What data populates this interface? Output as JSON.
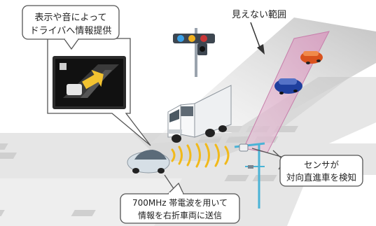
{
  "callouts": {
    "top_left": [
      "表示や音によって",
      "ドライバへ情報提供"
    ],
    "bottom": [
      "700MHz 帯電波を用いて",
      "情報を右折車両に送信"
    ],
    "right": [
      "センサが",
      "対向直進車を検知"
    ],
    "blind_area": "見えない範囲"
  },
  "colors": {
    "road": "#dcdcdc",
    "crosswalk": "#c9c9c9",
    "detection_zone": "#d9a8c6",
    "blind_zone": "#bdbdbd",
    "pole": "#4ab3d6",
    "wave": "#f1b91a"
  },
  "icons": {
    "traffic_light": "traffic-light-icon",
    "truck": "truck-icon",
    "car": "car-icon",
    "sensor": "sensor-icon",
    "in_car_display": "in-car-display-icon"
  }
}
